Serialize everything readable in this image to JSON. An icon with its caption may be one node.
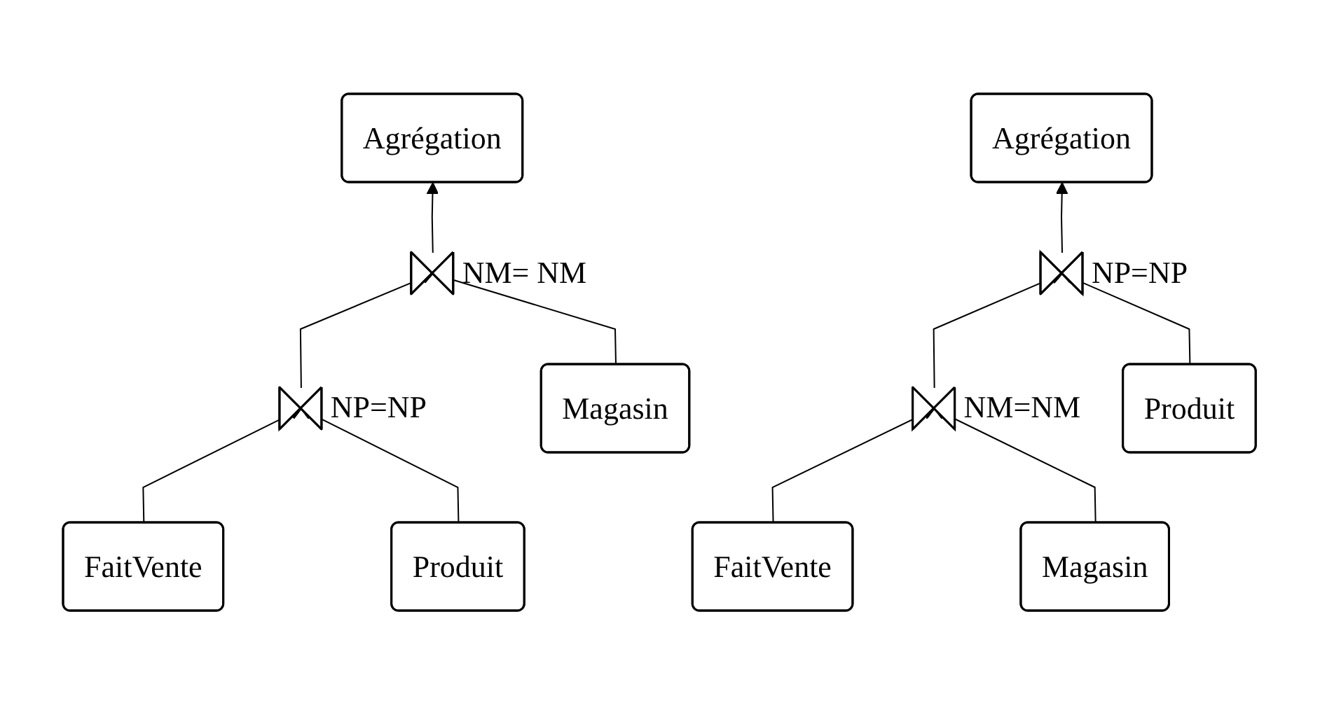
{
  "diagram": {
    "nodes": [
      {
        "text": [
          "Agrégation"
        ]
      },
      {
        "text": [],
        "shape": "bowtie",
        "beside": [
          "NM= NM"
        ]
      },
      {
        "text": [],
        "shape": "bowtie",
        "beside": [
          "NP=NP"
        ]
      },
      {
        "text": [
          "FaitVente"
        ]
      },
      {
        "text": [
          "Produit"
        ]
      },
      {
        "text": [
          "Magasin"
        ]
      },
      {
        "text": [
          "Agrégation"
        ]
      },
      {
        "text": [],
        "shape": "bowtie",
        "beside": [
          "NP=NP"
        ]
      },
      {
        "text": [],
        "shape": "bowtie",
        "beside": [
          "NM=NM"
        ]
      },
      {
        "text": [
          "FaitVente"
        ]
      },
      {
        "text": [
          "Magasin"
        ]
      },
      {
        "text": [
          "Produit"
        ]
      }
    ],
    "edges": [
      {
        "from": 3,
        "to": 2,
        "arrow": "to"
      },
      {
        "from": 4,
        "to": 2,
        "arrow": "to"
      },
      {
        "from": 2,
        "to": 1,
        "arrow": "to"
      },
      {
        "from": 5,
        "to": 1,
        "arrow": "to"
      },
      {
        "from": 1,
        "to": 0,
        "arrow": "to"
      },
      {
        "from": 9,
        "to": 8,
        "arrow": "to"
      },
      {
        "from": 10,
        "to": 8,
        "arrow": "to"
      },
      {
        "from": 8,
        "to": 7,
        "arrow": "to"
      },
      {
        "from": 11,
        "to": 7,
        "arrow": "to"
      },
      {
        "from": 7,
        "to": 6,
        "arrow": "to"
      }
    ]
  }
}
